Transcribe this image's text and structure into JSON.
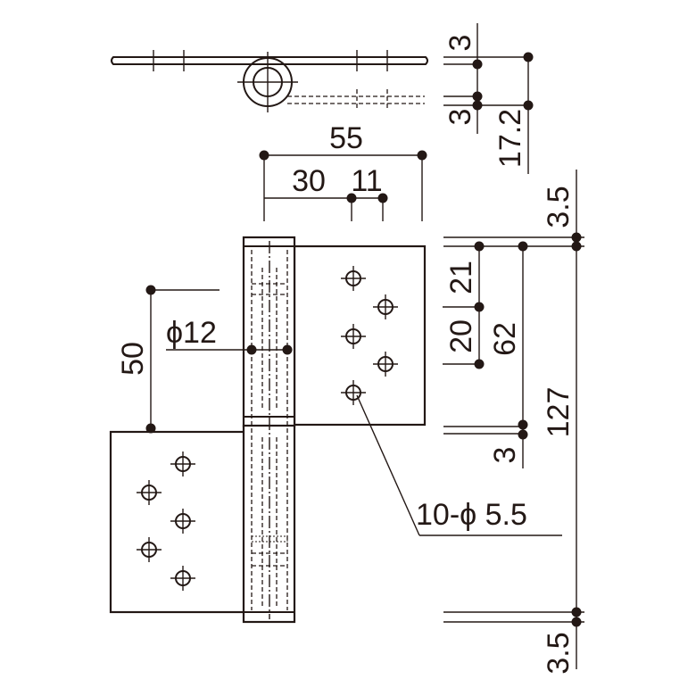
{
  "dimensions": {
    "top_thickness": "3",
    "offset_3": "3",
    "offset_17_2": "17.2",
    "width_55": "55",
    "width_30": "30",
    "width_11": "11",
    "top_margin_3_5": "3.5",
    "bottom_margin_3_5": "3.5",
    "hole_pitch_21": "21",
    "hole_pitch_20": "20",
    "span_62": "62",
    "height_127": "127",
    "gap_3": "3",
    "leaf_50": "50",
    "pin_diameter": "ϕ12",
    "holes_callout": "10-ϕ 5.5"
  },
  "colors": {
    "line": "#231815",
    "background": "#ffffff"
  }
}
